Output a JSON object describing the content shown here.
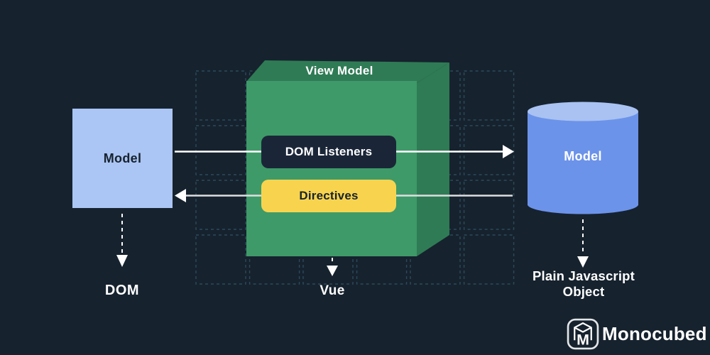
{
  "labels": {
    "view_model_title": "View Model",
    "dom_listeners": "DOM Listeners",
    "directives": "Directives",
    "left_model": "Model",
    "left_caption": "DOM",
    "right_model": "Model",
    "right_caption": "Plain Javascript Object",
    "center_caption": "Vue"
  },
  "logo": {
    "text": "Monocubed",
    "monogram": "M"
  },
  "colors": {
    "background": "#16222E",
    "grid_dash": "#2C4A58",
    "box_front": "#3E9A68",
    "box_shade": "#2F7B55",
    "pill_dark": "#1A2638",
    "pill_yellow": "#F8D44E",
    "left_square": "#ABC6F4",
    "cylinder_body": "#6C93EA",
    "cylinder_top": "#A9C2F1",
    "arrow_white": "#FFFFFF",
    "arrow_grey": "#DDDEDF",
    "text_dark": "#16222E",
    "text_light": "#FFFFFF"
  }
}
